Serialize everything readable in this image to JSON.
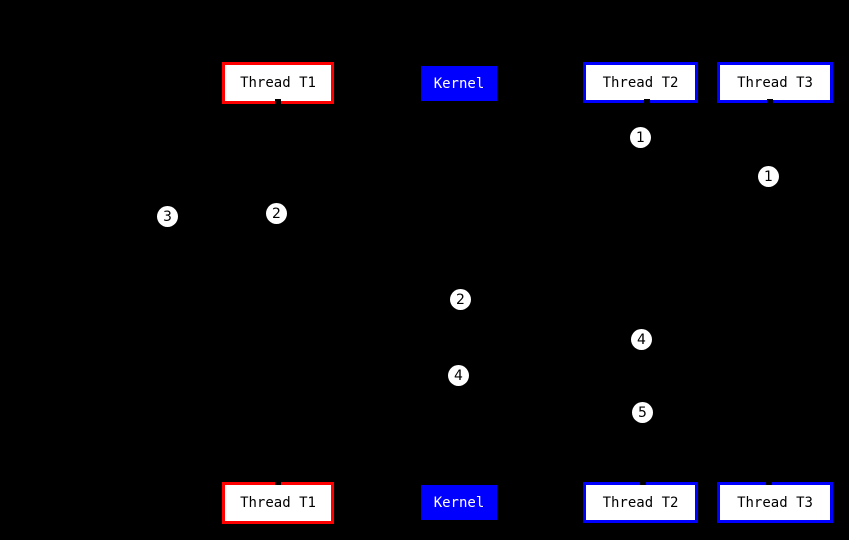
{
  "diagram": {
    "description": "Thread scheduling sequence diagram",
    "background_color": "#000000",
    "colors": {
      "thread_t1_border": "#ff0000",
      "kernel_fill": "#0000ff",
      "thread_t2_border": "#0000ff",
      "thread_t3_border": "#0000ff",
      "node_fill": "#ffffff",
      "node_text": "#000000",
      "kernel_text": "#ffffff",
      "marker_fill": "#ffffff",
      "marker_text": "#000000"
    },
    "top_nodes": [
      {
        "label": "Thread T1"
      },
      {
        "label": "Kernel"
      },
      {
        "label": "Thread T2"
      },
      {
        "label": "Thread T3"
      }
    ],
    "bottom_nodes": [
      {
        "label": "Thread T1"
      },
      {
        "label": "Kernel"
      },
      {
        "label": "Thread T2"
      },
      {
        "label": "Thread T3"
      }
    ],
    "event_markers": [
      {
        "value": "3"
      },
      {
        "value": "2"
      },
      {
        "value": "1"
      },
      {
        "value": "1"
      },
      {
        "value": "2"
      },
      {
        "value": "4"
      },
      {
        "value": "4"
      },
      {
        "value": "5"
      }
    ]
  }
}
